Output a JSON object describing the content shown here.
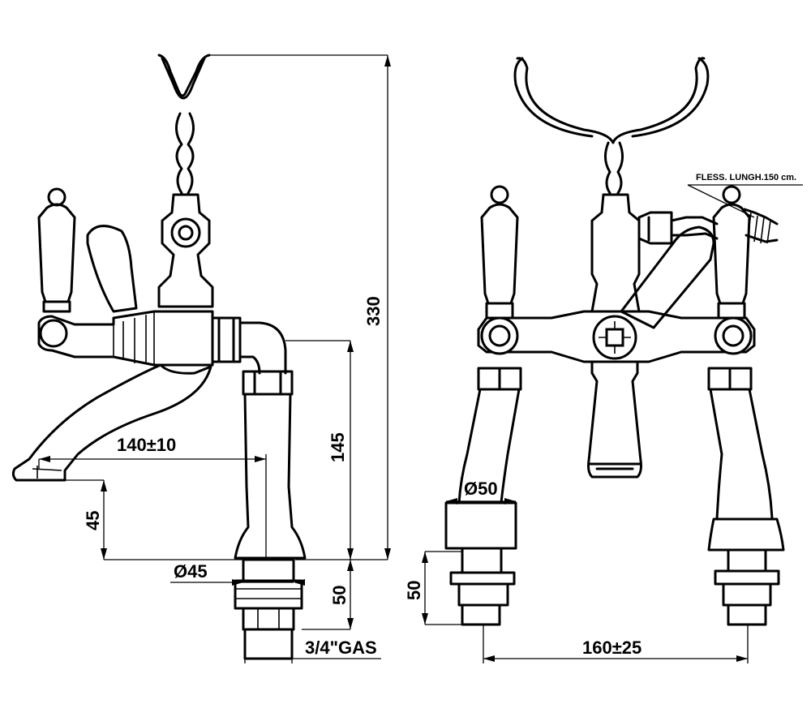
{
  "dimensions": {
    "height_total": "330",
    "height_spout_to_body": "145",
    "spout_reach": "140±10",
    "spout_height": "45",
    "base_diameter": "Ø45",
    "shank_length_left": "50",
    "thread": "3/4\"GAS",
    "leg_diameter": "Ø50",
    "shank_length_right": "50",
    "centers": "160±25"
  },
  "notes": {
    "hose": "FLESS. LUNGH.150 cm."
  }
}
